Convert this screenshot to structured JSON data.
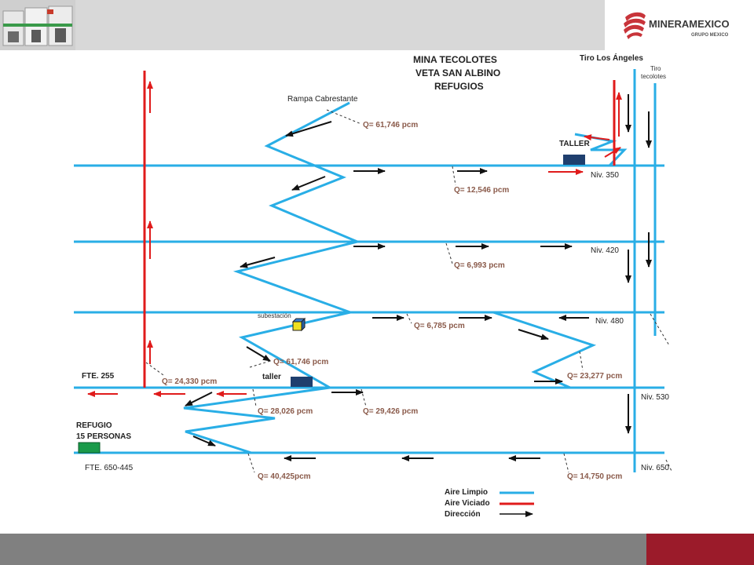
{
  "header": {
    "logo_text": "MINERAMEXICO",
    "logo_subtext": "GRUPO MEXICO"
  },
  "title": {
    "line1": "MINA TECOLOTES",
    "line2": "VETA SAN ALBINO",
    "line3": "REFUGIOS"
  },
  "shafts": {
    "los_angeles": "Tiro Los Ángeles",
    "tecolotes_line1": "Tiro",
    "tecolotes_line2": "tecolotes"
  },
  "ramp_label": "Rampa Cabrestante",
  "levels": {
    "n350": "Niv. 350",
    "n420": "Niv. 420",
    "n480": "Niv. 480",
    "n530": "Niv. 530",
    "n650": "Niv. 650"
  },
  "flows": {
    "ramp_top": "Q= 61,746 pcm",
    "n350": "Q= 12,546 pcm",
    "n420": "Q= 6,993 pcm",
    "n480": "Q= 6,785 pcm",
    "ramp_mid": "Q= 61,746 pcm",
    "right_ramp": "Q= 23,277 pcm",
    "fte255": "Q= 24,330 pcm",
    "n530_left": "Q= 28,026 pcm",
    "n530_mid": "Q= 29,426 pcm",
    "n650_left": "Q= 40,425pcm",
    "n650_right": "Q= 14,750 pcm"
  },
  "places": {
    "taller_top": "TALLER",
    "subestacion": "subestación",
    "taller_lower": "taller",
    "fte255": "FTE. 255",
    "refugio_line1": "REFUGIO",
    "refugio_line2": "15 PERSONAS",
    "fte650": "FTE. 650-445"
  },
  "legend": {
    "clean_air": "Aire Limpio",
    "stale_air": "Aire Viciado",
    "direction": "Dirección"
  },
  "colors": {
    "clean_air": "#29aee6",
    "stale_air": "#e01b1b",
    "direction": "#111111",
    "workshop": "#1f3f6e",
    "refuge": "#1a9a4a",
    "substation": "#f0e020",
    "brand_red": "#9b1b2a"
  }
}
